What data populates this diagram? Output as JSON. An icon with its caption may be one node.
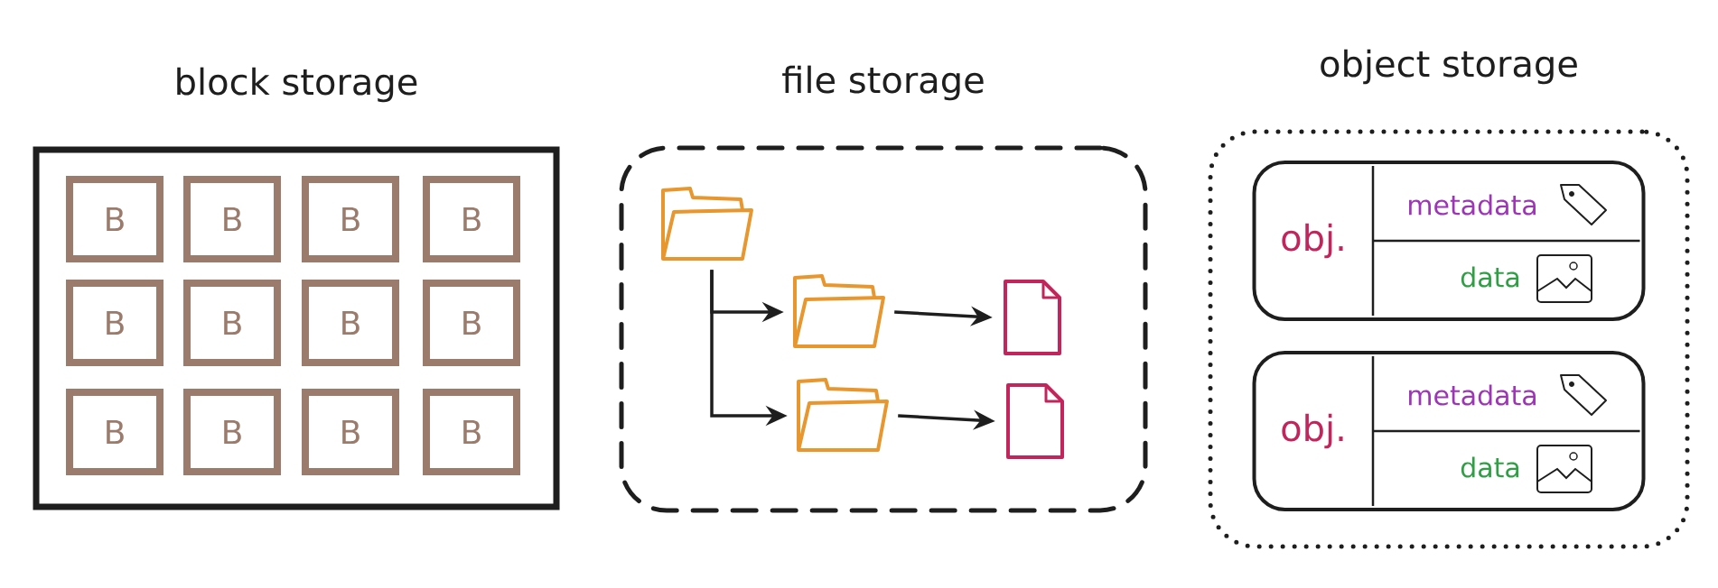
{
  "diagram": {
    "nodes": [
      {
        "text": [
          "block storage"
        ]
      },
      {
        "text": [
          "B"
        ],
        "in": 0
      },
      {
        "text": [
          "B"
        ],
        "in": 0
      },
      {
        "text": [
          "B"
        ],
        "in": 0
      },
      {
        "text": [
          "B"
        ],
        "in": 0
      },
      {
        "text": [
          "B"
        ],
        "in": 0
      },
      {
        "text": [
          "B"
        ],
        "in": 0
      },
      {
        "text": [
          "B"
        ],
        "in": 0
      },
      {
        "text": [
          "B"
        ],
        "in": 0
      },
      {
        "text": [
          "B"
        ],
        "in": 0
      },
      {
        "text": [
          "B"
        ],
        "in": 0
      },
      {
        "text": [
          "B"
        ],
        "in": 0
      },
      {
        "text": [
          "B"
        ],
        "in": 0
      },
      {
        "text": [
          "file storage"
        ]
      },
      {
        "text": [],
        "shape": "picture",
        "in": 13
      },
      {
        "text": [],
        "shape": "picture",
        "in": 13
      },
      {
        "text": [],
        "shape": "picture",
        "in": 13
      },
      {
        "text": [],
        "shape": "picture",
        "in": 13
      },
      {
        "text": [],
        "shape": "picture",
        "in": 13
      },
      {
        "text": [
          "object storage"
        ]
      },
      {
        "text": [
          "obj.",
          "metadata",
          "data"
        ],
        "in": 19
      },
      {
        "text": [
          "obj.",
          "metadata",
          "data"
        ],
        "in": 19
      }
    ],
    "edges": [
      {
        "from": 14,
        "to": 15,
        "arrow": "to"
      },
      {
        "from": 14,
        "to": 17,
        "arrow": "to"
      },
      {
        "from": 15,
        "to": 16,
        "arrow": "to"
      },
      {
        "from": 17,
        "to": 18,
        "arrow": "to"
      }
    ]
  }
}
